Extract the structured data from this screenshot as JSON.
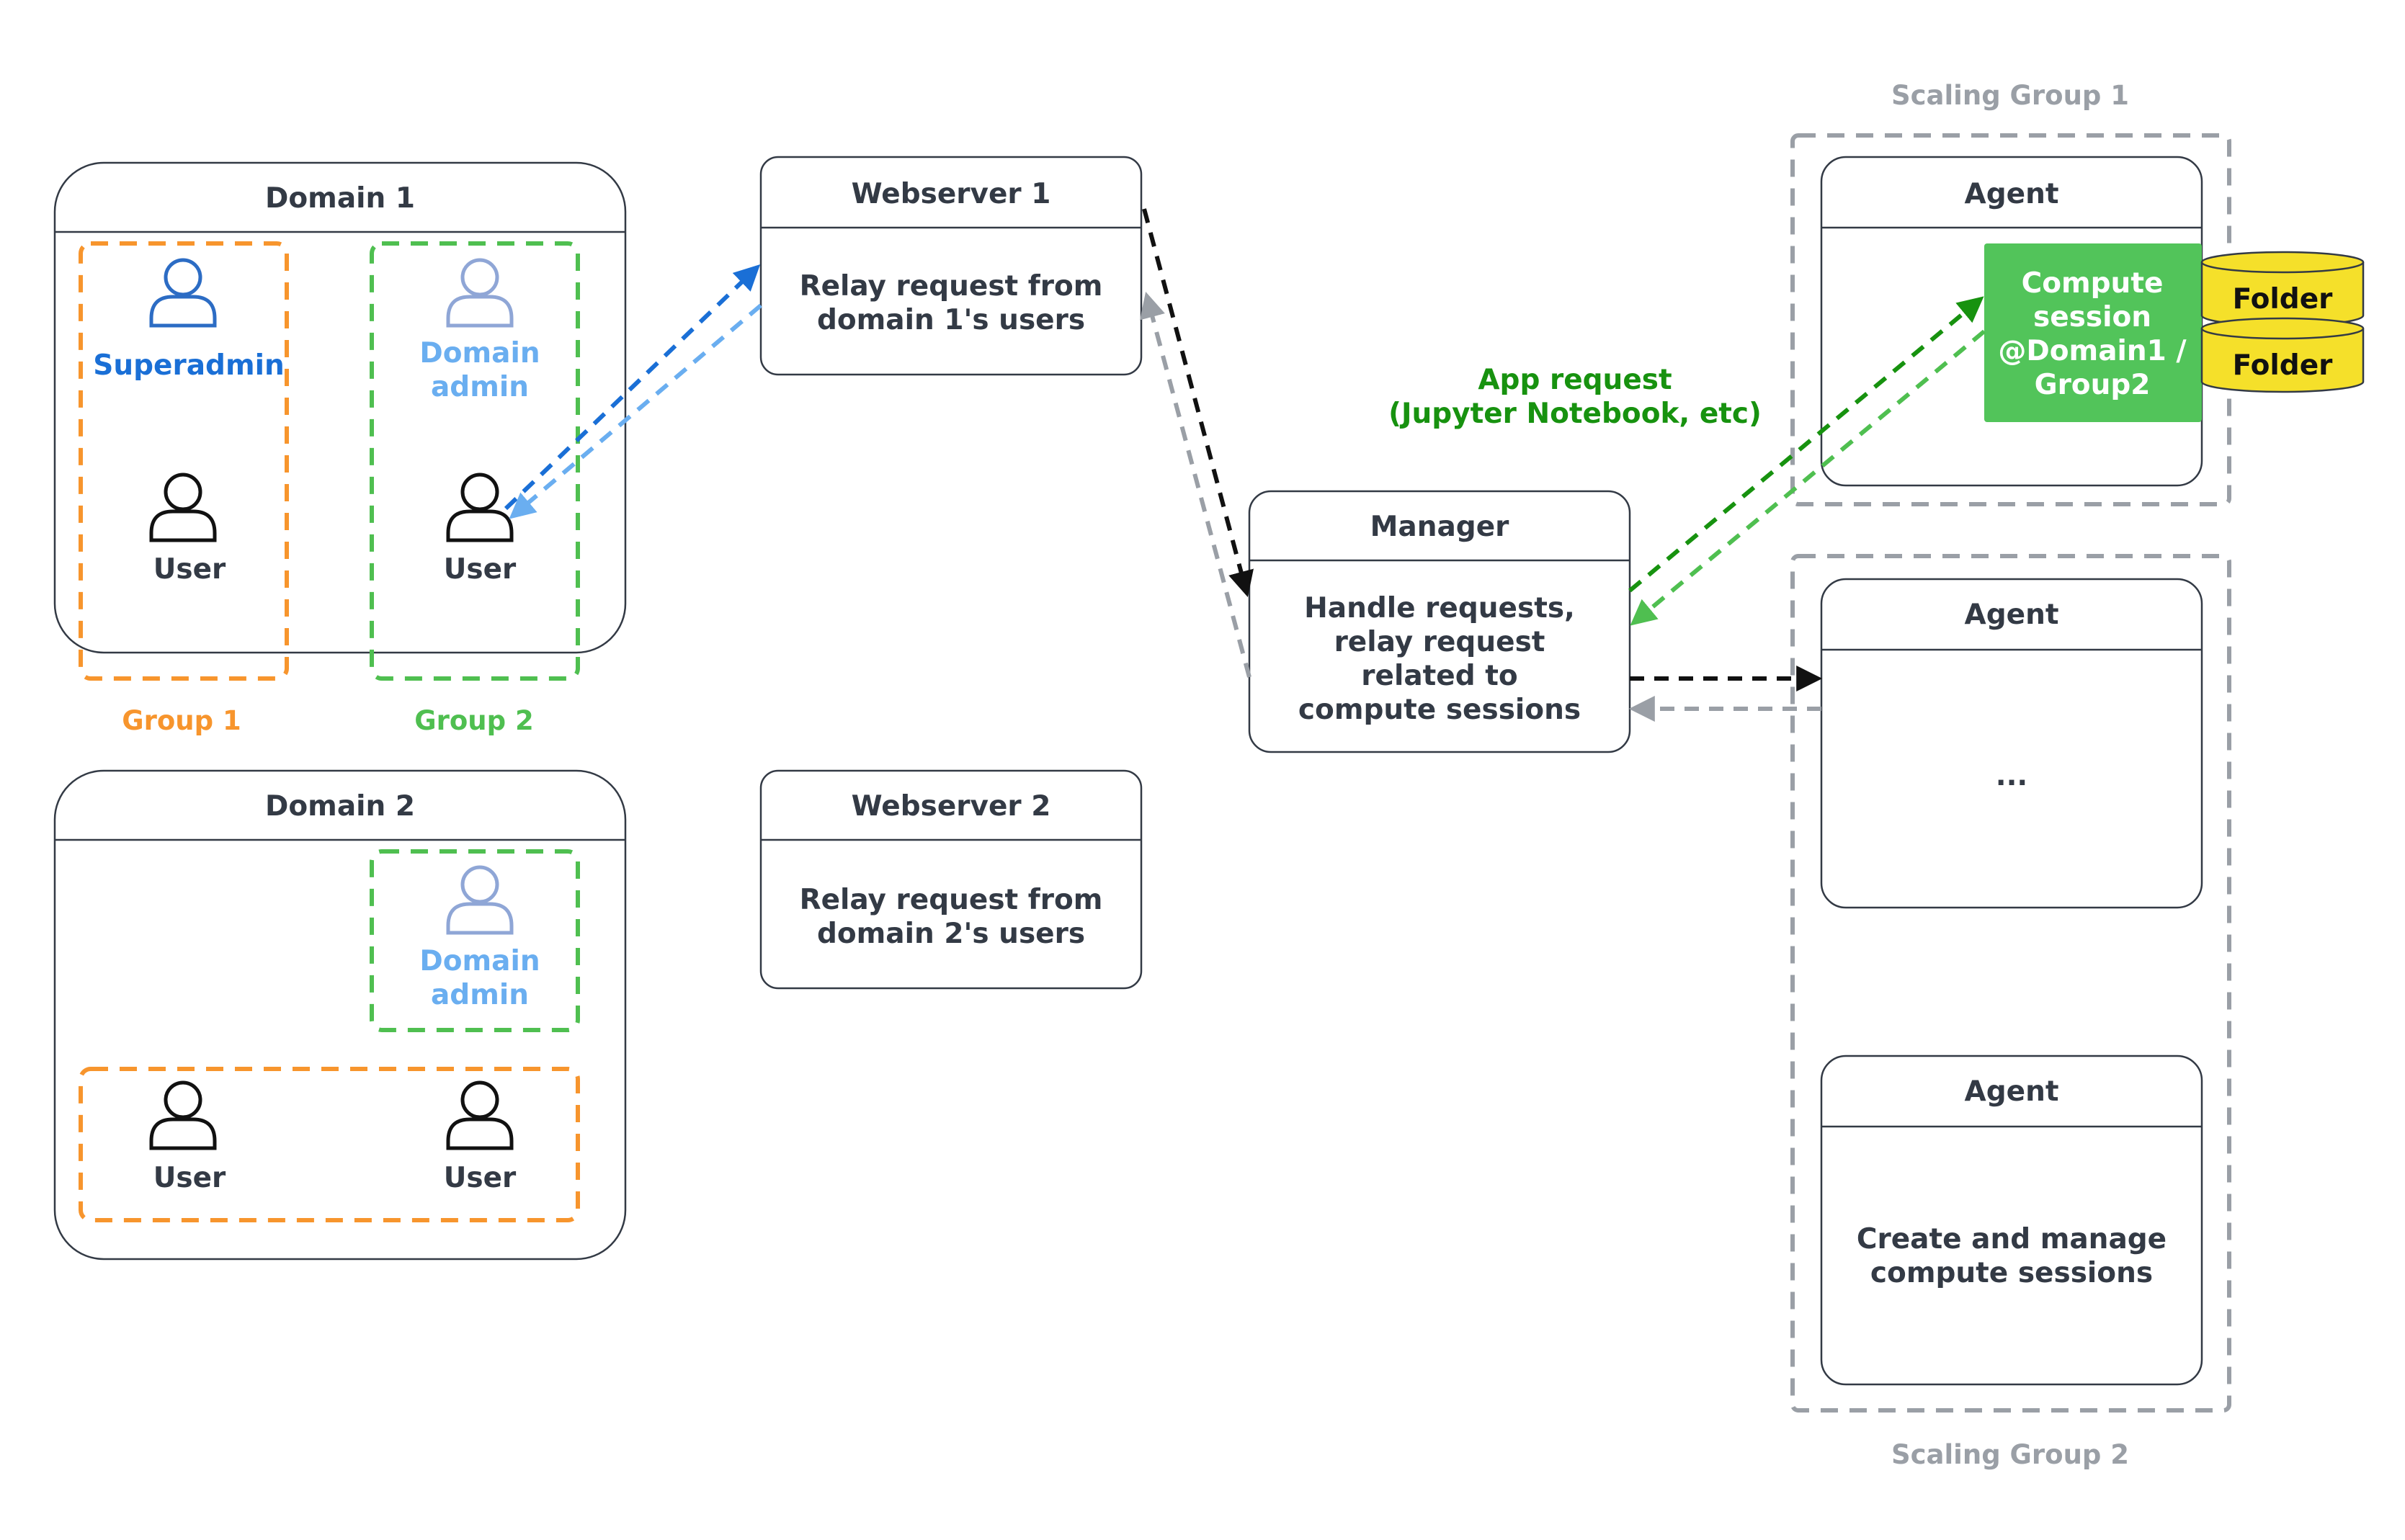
{
  "colors": {
    "dark_text": "#333a45",
    "group1_orange": "#f7952d",
    "group2_green": "#4fbf50",
    "scaling_gray": "#9a9fa6",
    "superadmin_blue": "#1a6fd6",
    "domain_admin_blue": "#6aaef0",
    "compute_green": "#52c45a",
    "folder_yellow": "#f5e02a",
    "app_request_green": "#17920f"
  },
  "domain1": {
    "title": "Domain 1",
    "superadmin": "Superadmin",
    "domain_admin": [
      "Domain",
      "admin"
    ],
    "user_a": "User",
    "user_b": "User",
    "group1": "Group 1",
    "group2": "Group 2"
  },
  "domain2": {
    "title": "Domain 2",
    "domain_admin": [
      "Domain",
      "admin"
    ],
    "user_a": "User",
    "user_b": "User"
  },
  "webserver1": {
    "title": "Webserver 1",
    "body": [
      "Relay request from",
      "domain 1's users"
    ]
  },
  "webserver2": {
    "title": "Webserver 2",
    "body": [
      "Relay request from",
      "domain 2's users"
    ]
  },
  "manager": {
    "title": "Manager",
    "body": [
      "Handle requests,",
      "relay request",
      "related to",
      "compute sessions"
    ]
  },
  "app_request": [
    "App request",
    "(Jupyter Notebook, etc)"
  ],
  "scaling_group1": {
    "label": "Scaling Group 1",
    "agent": {
      "title": "Agent",
      "compute_session": [
        "Compute",
        "session",
        "@Domain1 /",
        "Group2"
      ],
      "folders": [
        "Folder",
        "Folder"
      ]
    }
  },
  "scaling_group2": {
    "label": "Scaling Group 2",
    "agent_a": {
      "title": "Agent",
      "body": "..."
    },
    "agent_b": {
      "title": "Agent",
      "body": [
        "Create and manage",
        "compute sessions"
      ]
    }
  }
}
